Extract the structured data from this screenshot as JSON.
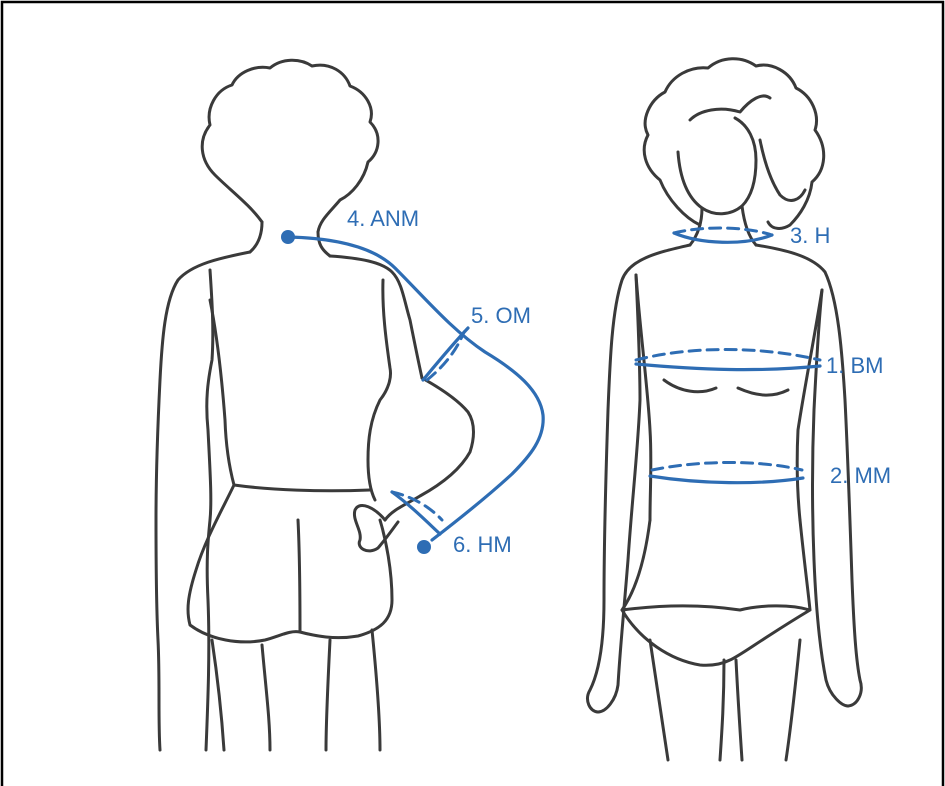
{
  "colors": {
    "measure": "#2e6db4",
    "outline": "#3a3a3a",
    "frame": "#000000"
  },
  "labels": {
    "anm": "4. ANM",
    "om": "5. OM",
    "hm": "6. HM",
    "h": "3. H",
    "bm": "1. BM",
    "mm": "2. MM"
  }
}
